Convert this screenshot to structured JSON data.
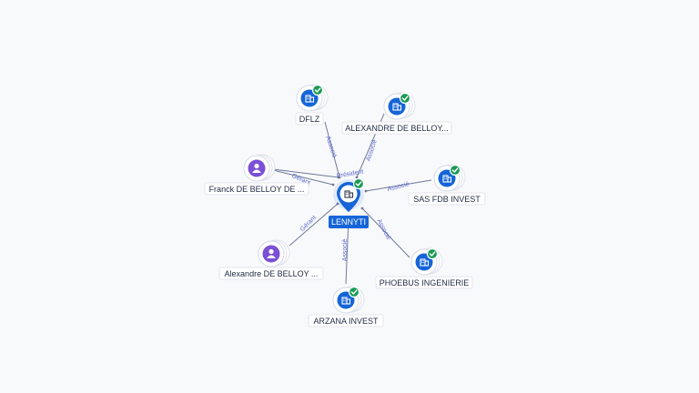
{
  "colors": {
    "company": "#1565d8",
    "person": "#7b4fd6",
    "verified": "#1a9a55",
    "edge": "#6f7a99",
    "edge_label": "#5a67c9"
  },
  "center": {
    "label": "LENNYTI",
    "icon": "building-icon",
    "verified": true
  },
  "nodes": [
    {
      "id": "dflz",
      "label": "DFLZ",
      "kind": "company",
      "icon": "building-icon",
      "verified": true
    },
    {
      "id": "alexandre-de-belloy-co",
      "label": "ALEXANDRE DE BELLOY...",
      "kind": "company",
      "icon": "building-icon",
      "verified": true
    },
    {
      "id": "franck-de-belloy",
      "label": "Franck DE BELLOY DE ...",
      "kind": "person",
      "icon": "person-icon",
      "verified": false
    },
    {
      "id": "sas-fdb-invest",
      "label": "SAS FDB INVEST",
      "kind": "company",
      "icon": "building-icon",
      "verified": true
    },
    {
      "id": "alexandre-de-belloy-person",
      "label": "Alexandre DE BELLOY ...",
      "kind": "person",
      "icon": "person-icon",
      "verified": false
    },
    {
      "id": "phoebus-ingenierie",
      "label": "PHOEBUS INGENIERIE",
      "kind": "company",
      "icon": "building-icon",
      "verified": true
    },
    {
      "id": "arzana-invest",
      "label": "ARZANA INVEST",
      "kind": "company",
      "icon": "building-icon",
      "verified": true
    }
  ],
  "edges": [
    {
      "to": "dflz",
      "label": "Associé"
    },
    {
      "to": "alexandre-de-belloy-co",
      "label": "Associé"
    },
    {
      "to": "franck-de-belloy",
      "label": "Gérant"
    },
    {
      "to": "franck-de-belloy",
      "label": "Président"
    },
    {
      "to": "sas-fdb-invest",
      "label": "Associé"
    },
    {
      "to": "alexandre-de-belloy-person",
      "label": "Gérant"
    },
    {
      "to": "phoebus-ingenierie",
      "label": "Associé"
    },
    {
      "to": "arzana-invest",
      "label": "Associé"
    }
  ]
}
